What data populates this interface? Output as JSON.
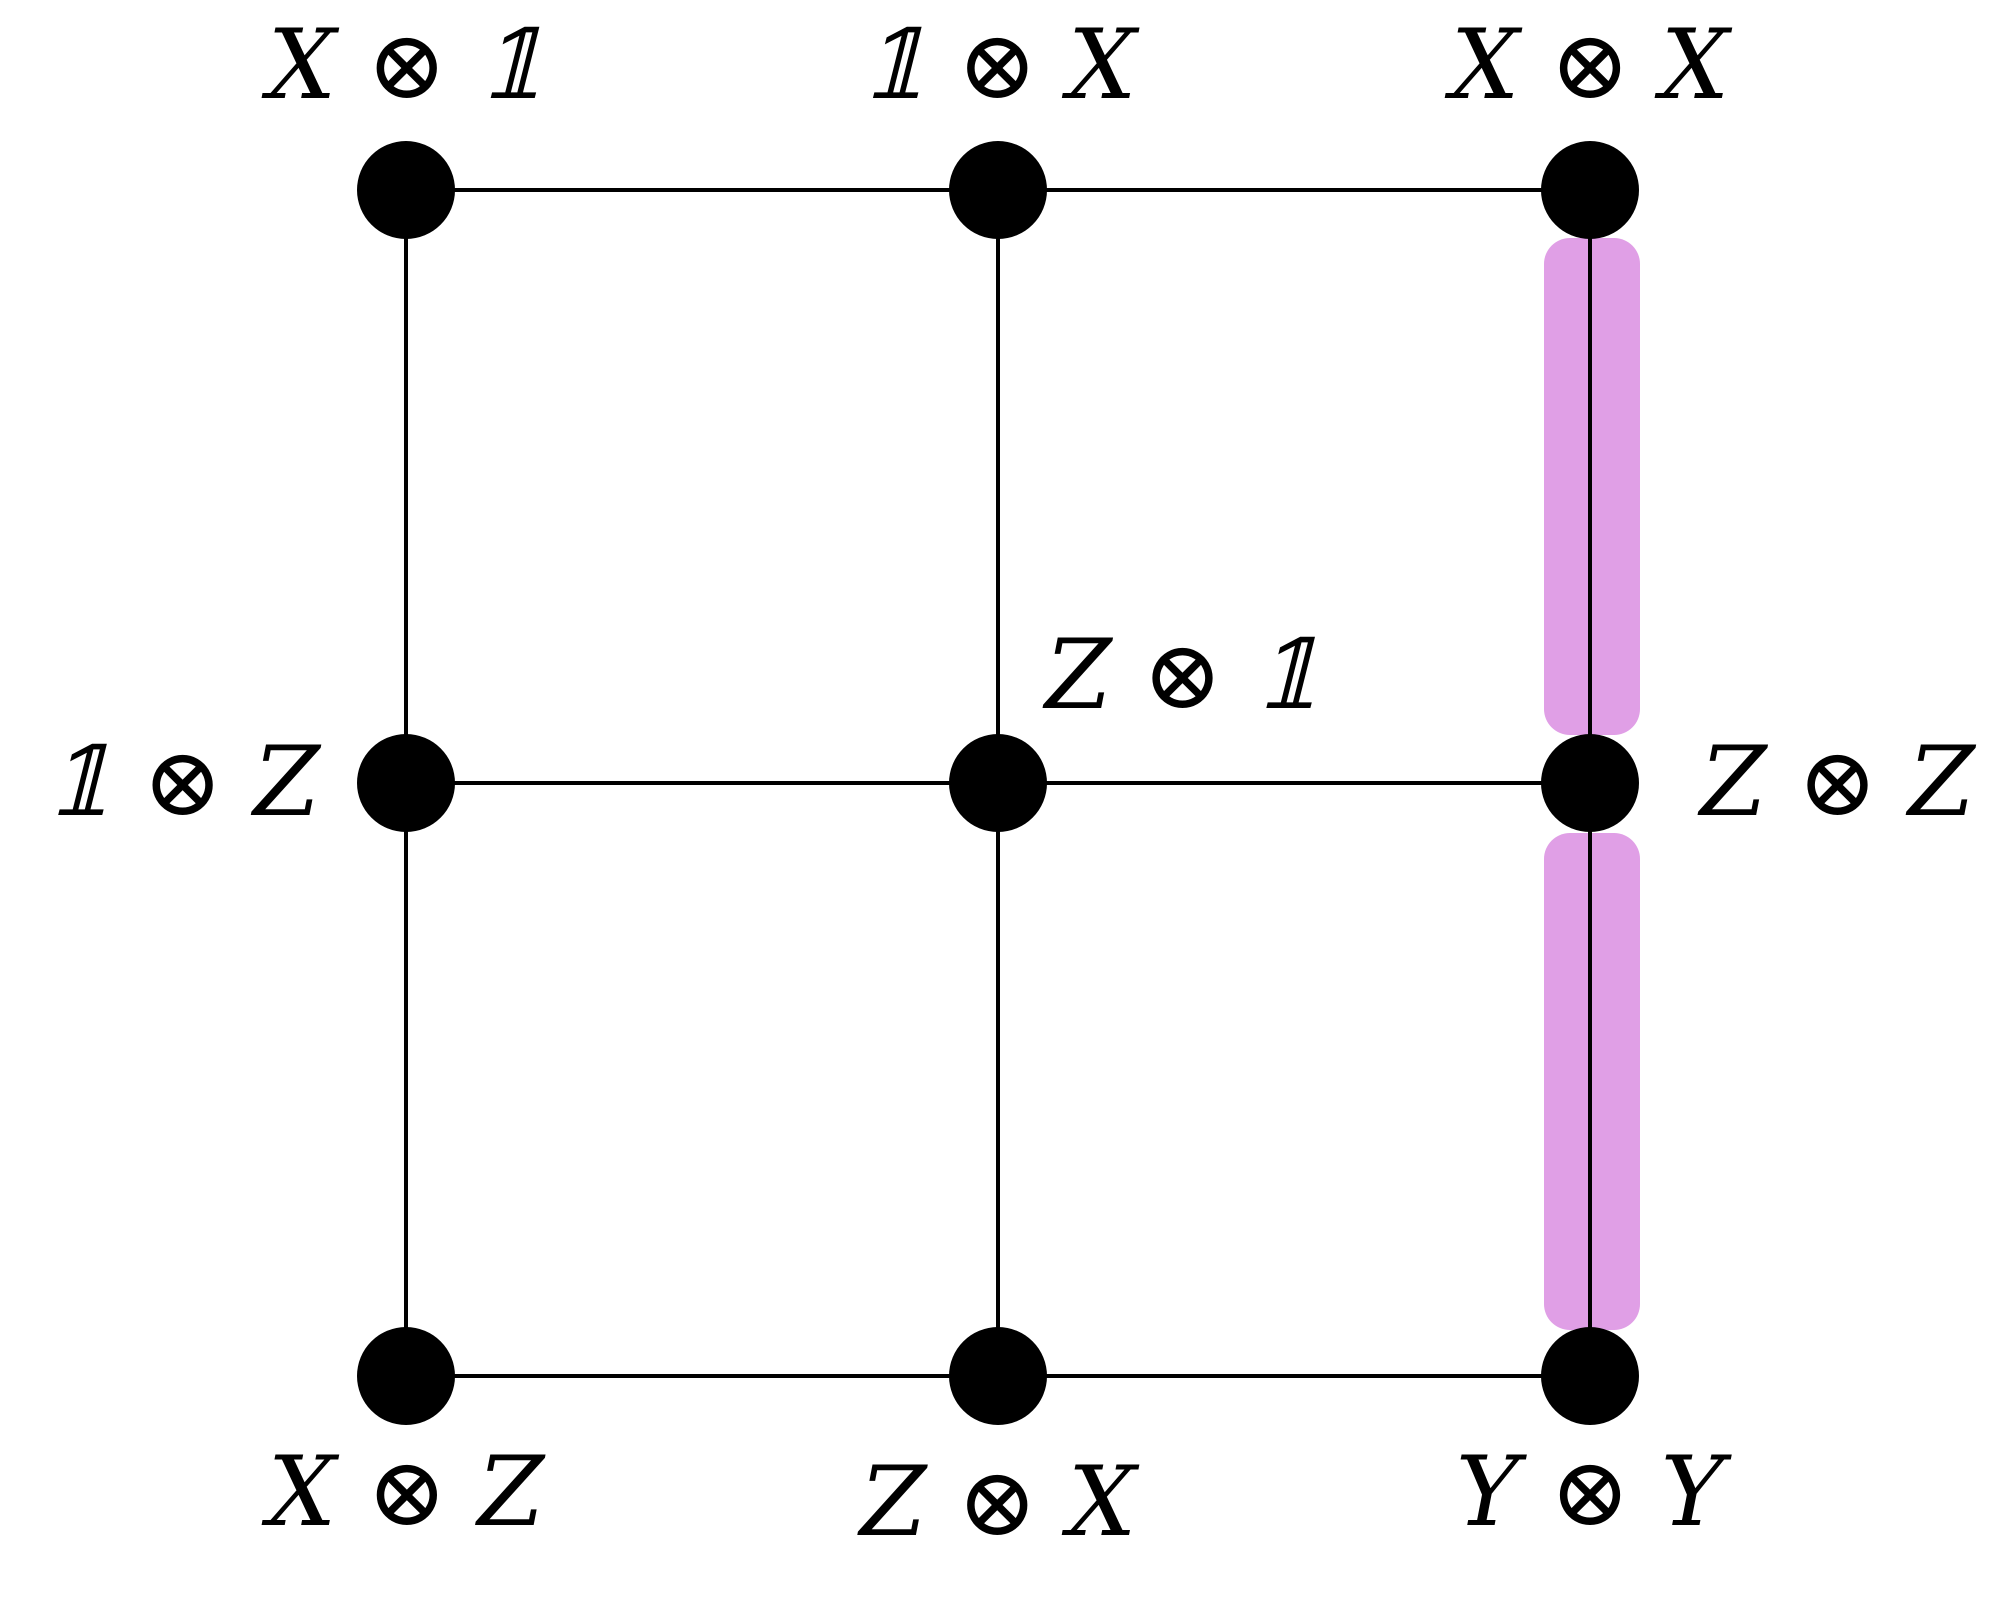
{
  "nodes": [
    {
      "id": "n00",
      "label": "X ⊗ 𝟙"
    },
    {
      "id": "n01",
      "label": "𝟙 ⊗ X"
    },
    {
      "id": "n02",
      "label": "X ⊗ X"
    },
    {
      "id": "n10",
      "label": "𝟙 ⊗ Z"
    },
    {
      "id": "n11",
      "label": "Z ⊗ 𝟙"
    },
    {
      "id": "n12",
      "label": "Z ⊗ Z"
    },
    {
      "id": "n20",
      "label": "X ⊗ Z"
    },
    {
      "id": "n21",
      "label": "Z ⊗ X"
    },
    {
      "id": "n22",
      "label": "Y ⊗ Y"
    }
  ],
  "edges": [
    {
      "from": "n00",
      "to": "n01",
      "highlighted": false
    },
    {
      "from": "n01",
      "to": "n02",
      "highlighted": false
    },
    {
      "from": "n10",
      "to": "n11",
      "highlighted": false
    },
    {
      "from": "n11",
      "to": "n12",
      "highlighted": false
    },
    {
      "from": "n20",
      "to": "n21",
      "highlighted": false
    },
    {
      "from": "n21",
      "to": "n22",
      "highlighted": false
    },
    {
      "from": "n00",
      "to": "n10",
      "highlighted": false
    },
    {
      "from": "n10",
      "to": "n20",
      "highlighted": false
    },
    {
      "from": "n01",
      "to": "n11",
      "highlighted": false
    },
    {
      "from": "n11",
      "to": "n21",
      "highlighted": false
    },
    {
      "from": "n02",
      "to": "n12",
      "highlighted": true
    },
    {
      "from": "n12",
      "to": "n22",
      "highlighted": true
    }
  ],
  "colors": {
    "node": "#000000",
    "edge": "#000000",
    "highlight": "#e09fe6",
    "background": "#ffffff"
  }
}
